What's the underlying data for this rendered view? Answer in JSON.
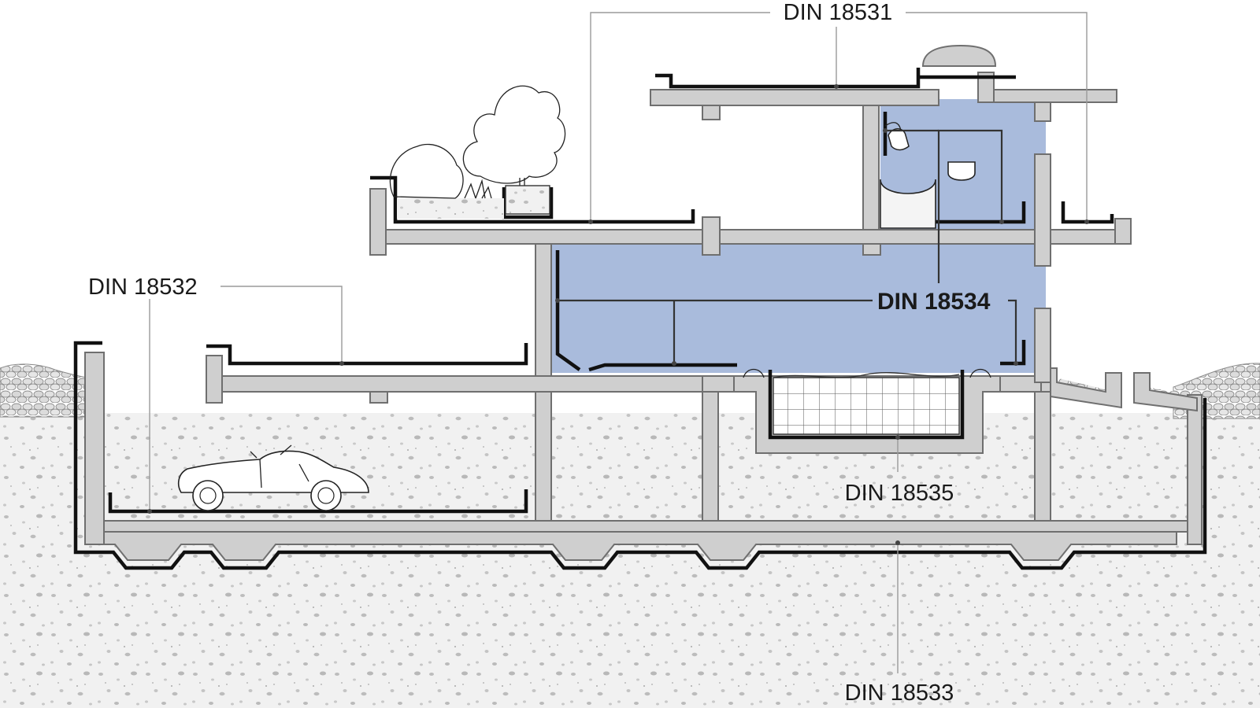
{
  "labels": {
    "din_18531": "DIN 18531",
    "din_18532": "DIN 18532",
    "din_18533": "DIN 18533",
    "din_18534": "DIN 18534",
    "din_18535": "DIN 18535"
  },
  "colors": {
    "concrete": "#cfcfcf",
    "waterproofing": "#111111",
    "wet_room_highlight": "#a9bbdc",
    "soil": "#f1f1f1",
    "gravel": "#d6d6d6",
    "leader": "#9a9a9a"
  },
  "elements": [
    "roof-terrace",
    "planter",
    "tree",
    "skylight-dome",
    "shower",
    "washbasin",
    "bathtub",
    "parking-deck",
    "car",
    "basement",
    "water-tank",
    "gravel-backfill"
  ]
}
